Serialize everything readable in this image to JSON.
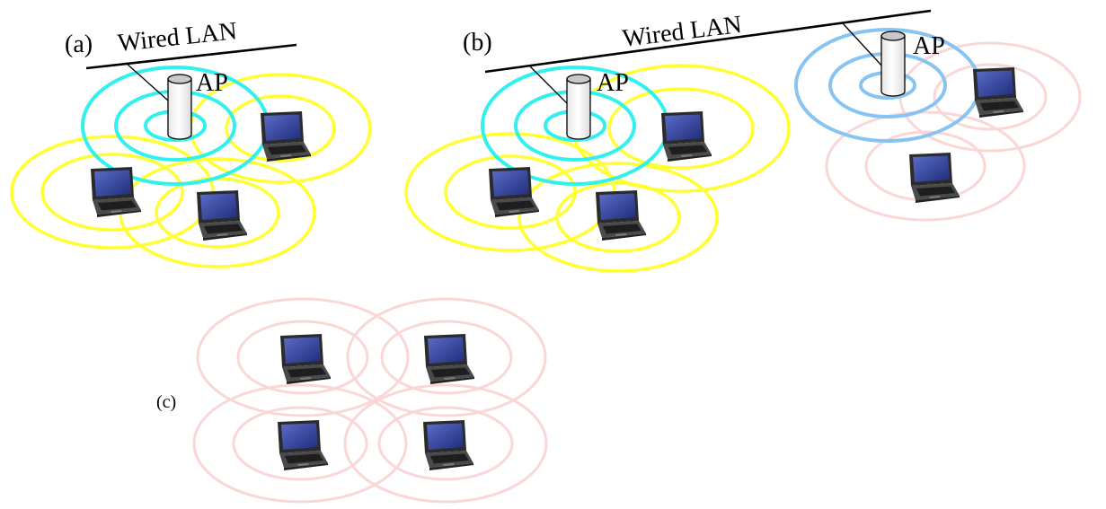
{
  "colors": {
    "ap_ring_a": "#33f0f0",
    "ap_ring_b": "#88c4f2",
    "laptop_ring": "#ffff33",
    "adhoc_ring": "#fad7d7",
    "ap_tower_fill": "#ffffff",
    "ap_tower_top": "#c8c8c8",
    "laptop_screen": "#2e3f93",
    "laptop_body": "#3a3a3a"
  },
  "icons": {
    "access_point": "ap-cylinder-icon",
    "laptop": "laptop-icon"
  },
  "panel_a": {
    "label": "(a)",
    "lan_label": "Wired LAN",
    "ap_label": "AP"
  },
  "panel_b": {
    "label": "(b)",
    "lan_label": "Wired LAN",
    "ap1_label": "AP",
    "ap2_label": "AP"
  },
  "panel_c": {
    "label": "(c)"
  }
}
